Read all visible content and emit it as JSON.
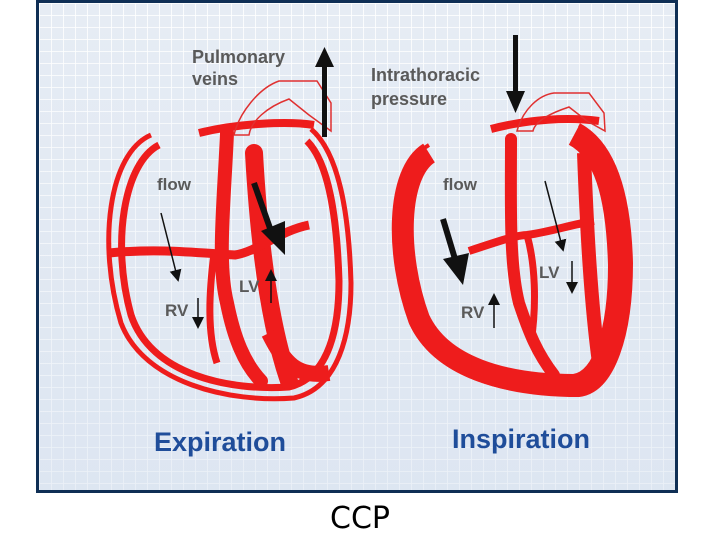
{
  "labels": {
    "pulmonary_veins_line1": "Pulmonary",
    "pulmonary_veins_line2": "veins",
    "intrathoracic_line1": "Intrathoracic",
    "intrathoracic_line2": "pressure",
    "flow_left": "flow",
    "flow_right": "flow",
    "rv_left": "RV",
    "lv_left": "LV",
    "rv_right": "RV",
    "lv_right": "LV",
    "expiration": "Expiration",
    "inspiration": "Inspiration"
  },
  "caption": "CCP",
  "colors": {
    "heart_red": "#ee1c1c",
    "label_gray": "#5a5a5a",
    "phase_blue": "#1f4d9a",
    "frame_border": "#0f2f55"
  }
}
